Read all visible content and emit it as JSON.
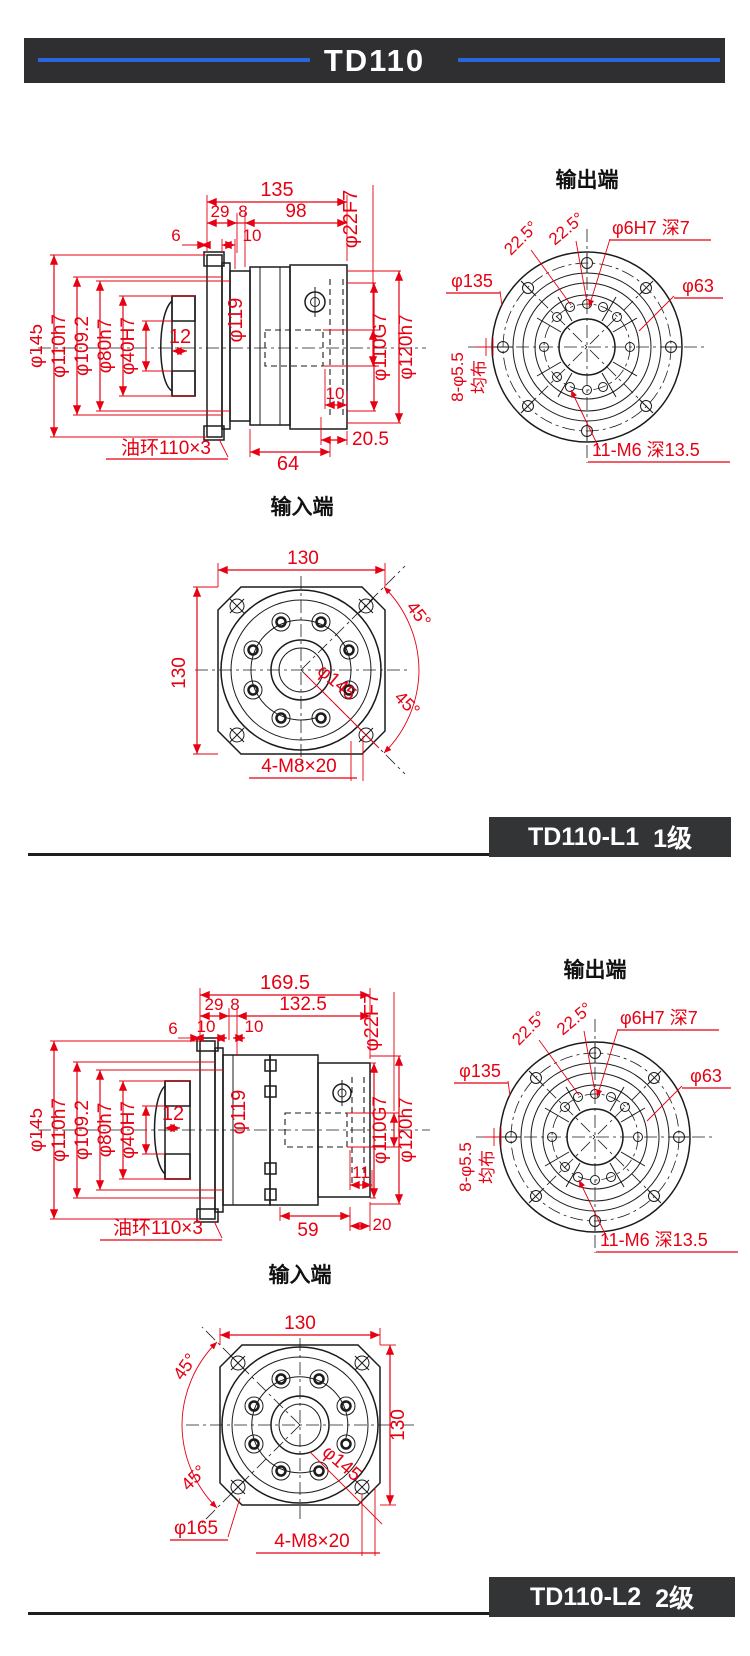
{
  "header": {
    "title": "TD110"
  },
  "colors": {
    "dimension_red": "#e60012",
    "line_ink": "#1b1b1b",
    "bar_bg": "#333436",
    "accent_blue": "#2b65dd"
  },
  "sections": [
    {
      "badge": {
        "model": "TD110-L1",
        "stage": "1级"
      },
      "side": {
        "total": "135",
        "seg_a": "29",
        "seg_b": "8",
        "seg_c": "98",
        "dim_6": "6",
        "dim_10": "10",
        "dim_12": "12",
        "bore": "φ22F7",
        "dia_flange": "φ145",
        "dia_spigot": "φ110h7",
        "dia_1092": "φ109.2",
        "dia_hub": "φ80h7",
        "dia_bore": "φ40H7",
        "dia_body": "φ119",
        "dia_110g7": "φ110G7",
        "dia_120h7": "φ120h7",
        "dim_b1": "10",
        "dim_b2": "20.5",
        "dim_b3": "64",
        "oil_ring": "油环110×3"
      },
      "output": {
        "title": "输出端",
        "angle_a": "22.5°",
        "angle_b": "22.5°",
        "pin": "φ6H7 深7",
        "dia_bc": "φ135",
        "dia_inner": "φ63",
        "holes": "8-φ5.5",
        "layout": "均布",
        "tap": "11-M6 深13.5"
      },
      "input": {
        "title": "输入端",
        "dim_w": "130",
        "dim_h": "130",
        "angle_a": "45°",
        "angle_b": "45°",
        "dia_flange": "φ145",
        "bolts": "4-M8×20"
      }
    },
    {
      "badge": {
        "model": "TD110-L2",
        "stage": "2级"
      },
      "side": {
        "total": "169.5",
        "seg_a": "29",
        "seg_b": "8",
        "seg_c": "132.5",
        "dim_6": "6",
        "dim_10": "10",
        "dim_10b": "10",
        "dim_12": "12",
        "bore": "φ22F7",
        "dia_flange": "φ145",
        "dia_spigot": "φ110h7",
        "dia_1092": "φ109.2",
        "dia_hub": "φ80h7",
        "dia_bore": "φ40H7",
        "dia_body": "φ119",
        "dia_110g7": "φ110G7",
        "dia_120h7": "φ120h7",
        "dim_b1": "11",
        "dim_b2": "20",
        "dim_b3": "59",
        "oil_ring": "油环110×3"
      },
      "output": {
        "title": "输出端",
        "angle_a": "22.5°",
        "angle_b": "22.5°",
        "pin": "φ6H7 深7",
        "dia_bc": "φ135",
        "dia_inner": "φ63",
        "holes": "8-φ5.5",
        "layout": "均布",
        "tap": "11-M6 深13.5"
      },
      "input": {
        "title": "输入端",
        "dim_w": "130",
        "dim_h": "130",
        "angle_a": "45°",
        "angle_b": "45°",
        "dia_flange": "φ145",
        "dia_corner": "φ165",
        "bolts": "4-M8×20"
      }
    }
  ]
}
